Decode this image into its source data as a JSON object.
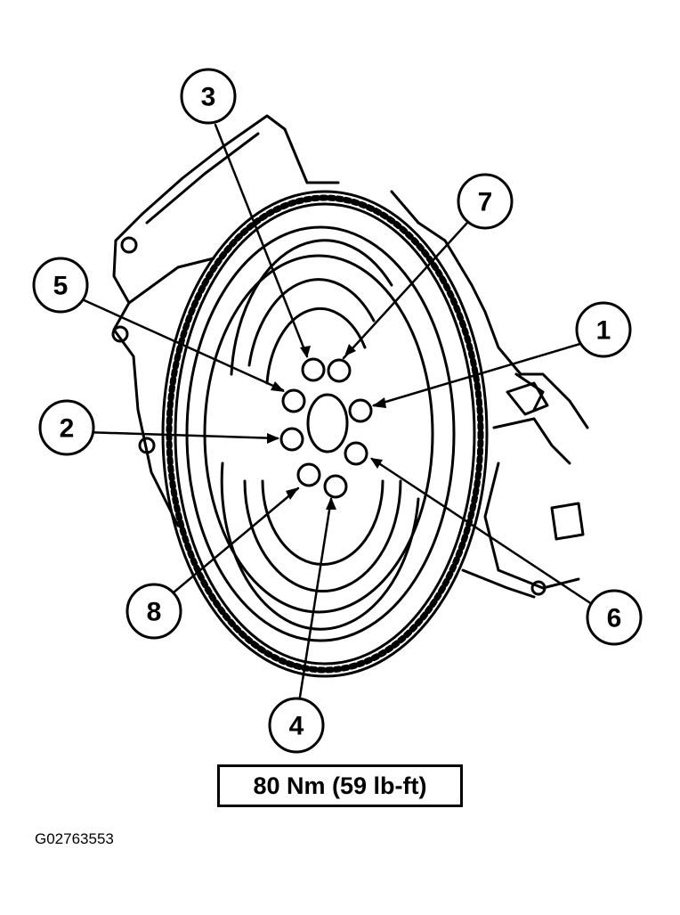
{
  "callouts": [
    {
      "label": "1"
    },
    {
      "label": "2"
    },
    {
      "label": "3"
    },
    {
      "label": "4"
    },
    {
      "label": "5"
    },
    {
      "label": "6"
    },
    {
      "label": "7"
    },
    {
      "label": "8"
    }
  ],
  "torque_spec": "80 Nm (59 lb-ft)",
  "figure_code": "G02763553"
}
